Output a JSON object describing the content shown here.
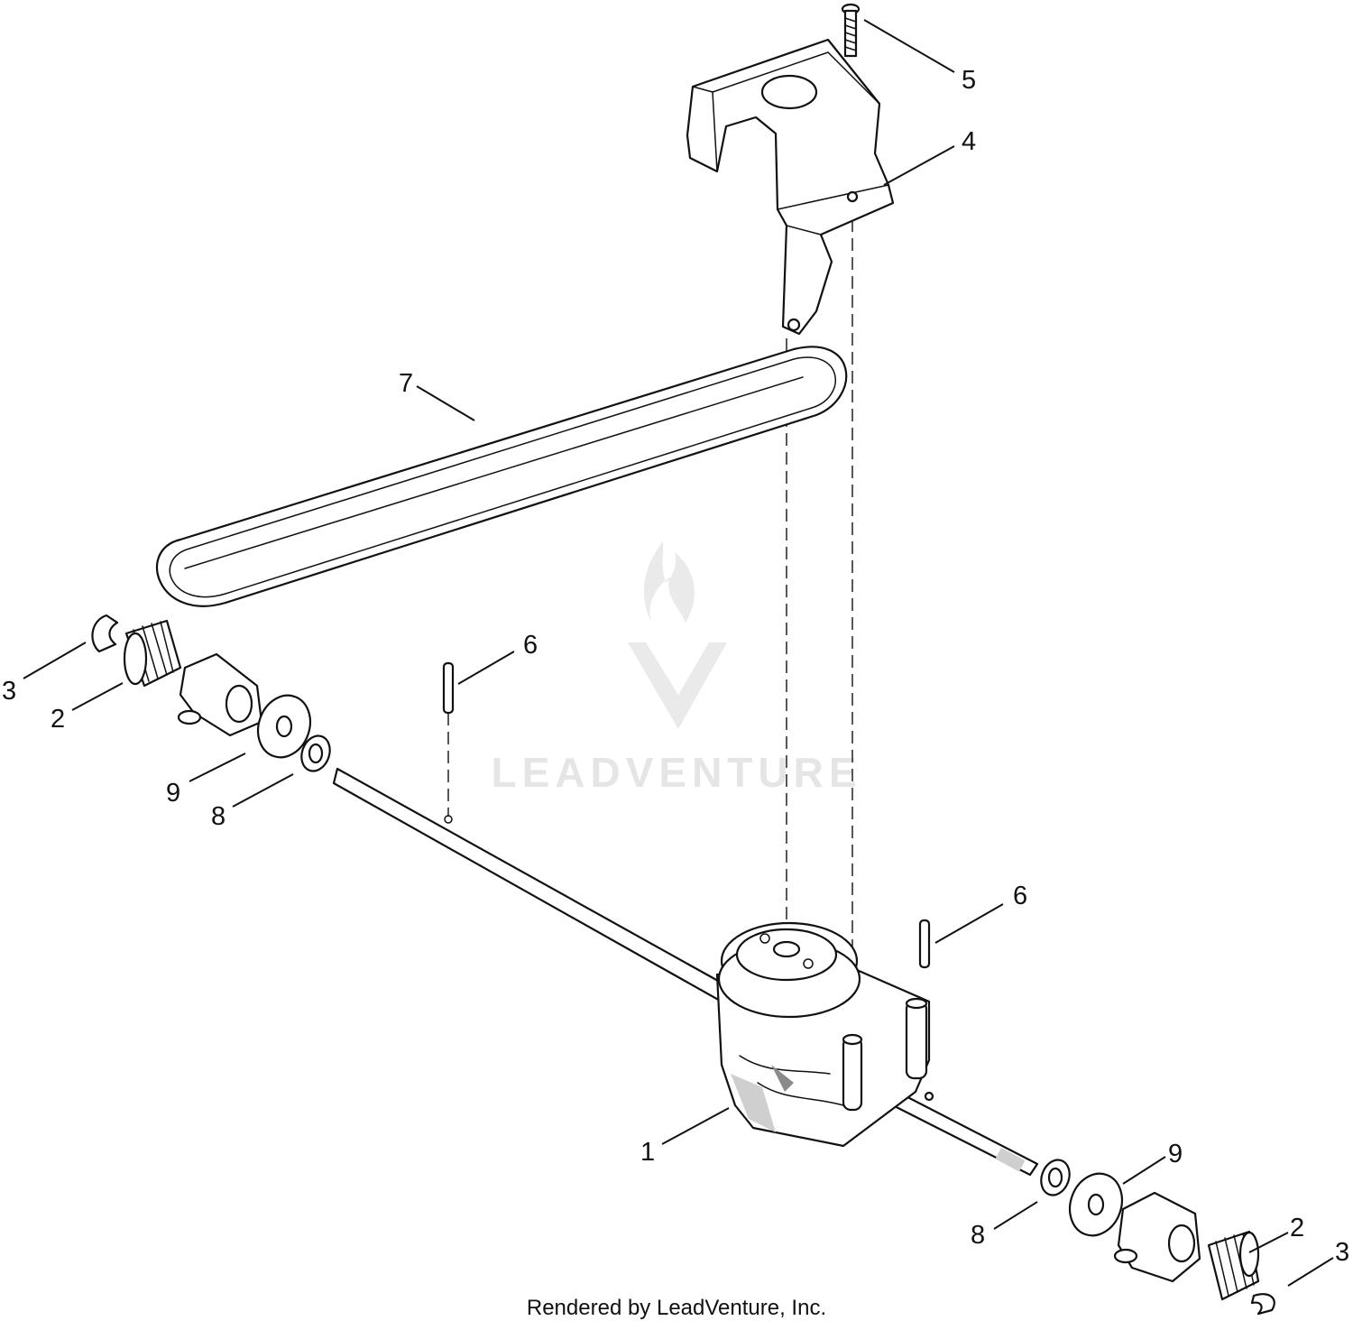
{
  "watermark": {
    "text": "LEADVENTURE"
  },
  "callouts": {
    "c1": "1",
    "c2a": "2",
    "c2b": "2",
    "c3a": "3",
    "c3b": "3",
    "c4": "4",
    "c5": "5",
    "c6a": "6",
    "c6b": "6",
    "c7": "7",
    "c8a": "8",
    "c8b": "8",
    "c9a": "9",
    "c9b": "9"
  },
  "footer": {
    "credit": "Rendered by LeadVenture, Inc."
  }
}
